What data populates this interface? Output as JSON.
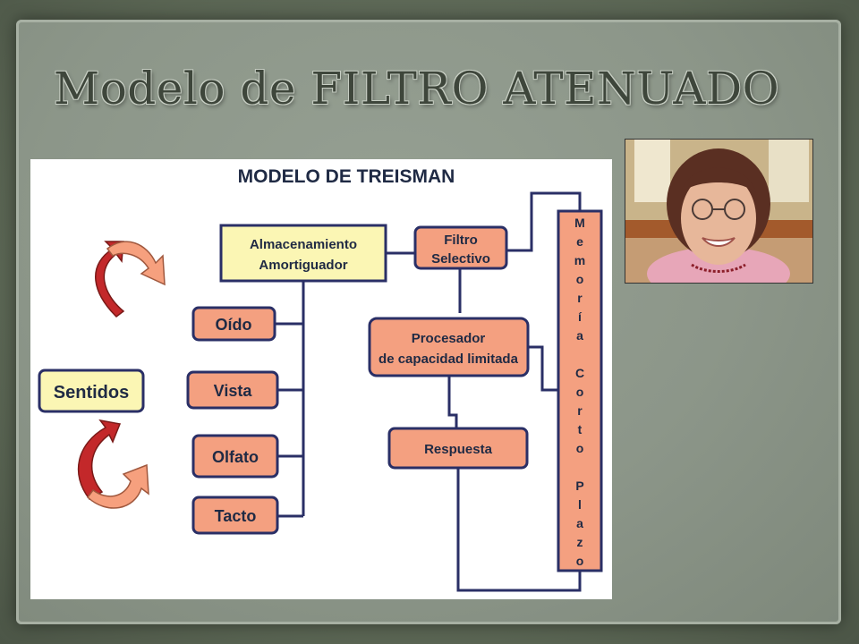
{
  "slide": {
    "title": "Modelo de FILTRO ATENUADO"
  },
  "diagram": {
    "heading": "MODELO DE TREISMAN",
    "senses_label": "Sentidos",
    "inputs": [
      "Oído",
      "Vista",
      "Olfato",
      "Tacto"
    ],
    "buffer": [
      "Almacenamiento",
      "Amortiguador"
    ],
    "filter": [
      "Filtro",
      "Selectivo"
    ],
    "processor": [
      "Procesador",
      "de capacidad limitada"
    ],
    "response": "Respuesta",
    "memory_letters": [
      "M",
      "e",
      "m",
      "o",
      "r",
      "í",
      "a",
      "",
      "C",
      "o",
      "r",
      "t",
      "o",
      "",
      "P",
      "l",
      "a",
      "z",
      "o"
    ],
    "colors": {
      "salmon_box": "#f4a080",
      "yellow_box": "#fbf6b4",
      "border": "#2a2f66",
      "arrow_red": "#c3282a",
      "arrow_salmon": "#f6a07e"
    }
  },
  "photo": {
    "icon": "portrait-photo"
  }
}
